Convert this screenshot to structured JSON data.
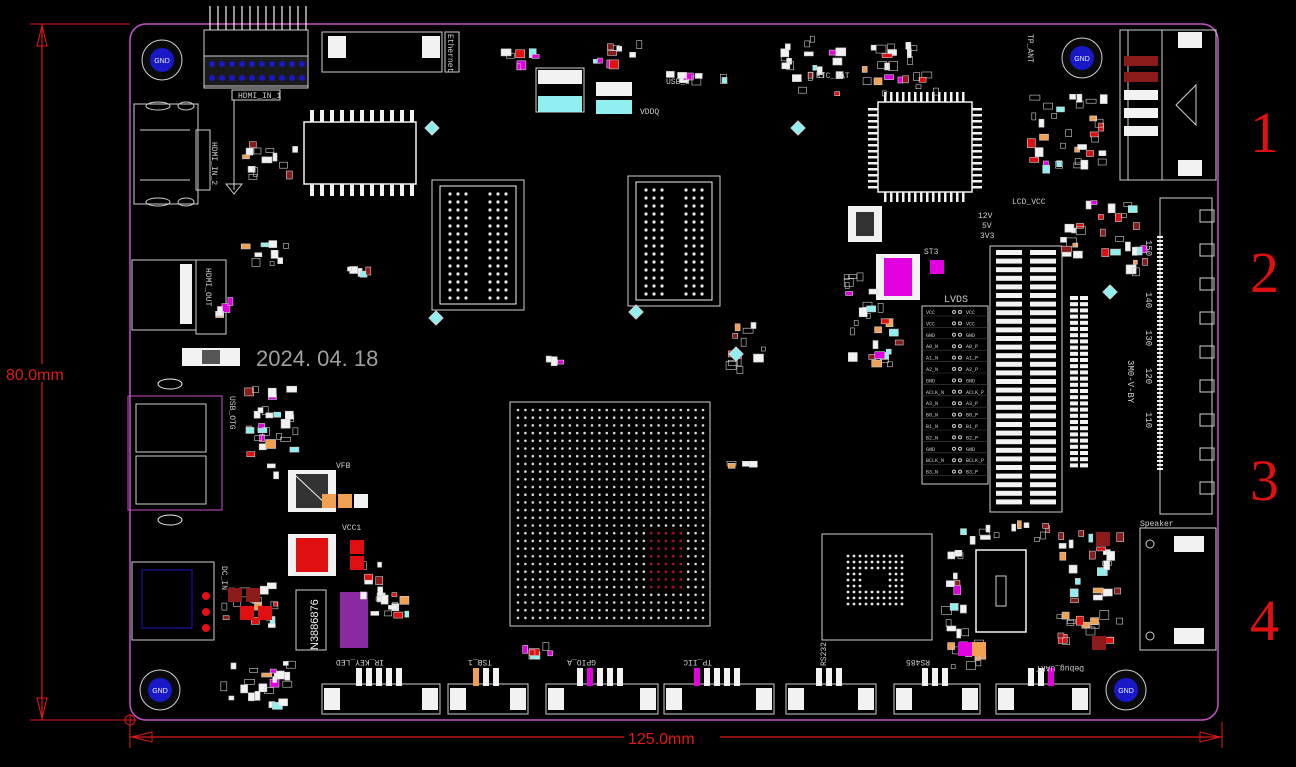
{
  "board": {
    "date_code": "2024. 04. 18",
    "part_number": "N3886876",
    "width_dimension": "125.0mm",
    "height_dimension": "80.0mm"
  },
  "section_markers": [
    "1",
    "2",
    "3",
    "4"
  ],
  "labels": {
    "ethernet": "Ethernet",
    "hdmi_in_1": "HDMI_IN_1",
    "hdmi_in_2": "HDMI_IN_2",
    "hdmi_out": "HDMI_OUT",
    "usb_2": "USB_2",
    "usb_otg": "USB_OTG",
    "rtc_bat": "RTC_BAT",
    "tp_ant": "TP_ANT",
    "vddq": "VDDQ",
    "lcd_vcc": "LCD_VCC",
    "lvds": "LVDS",
    "speaker": "Speaker",
    "gpio_a": "GPIO_A",
    "tp_iic": "TP_IIC",
    "ir_key_led": "IR_KEY_LED",
    "tsb": "TSB_1",
    "rs232": "RS232",
    "rs485": "RS485",
    "debug_uart": "Debug_UART",
    "dc_in": "DC_IN",
    "vcc1": "VCC1",
    "vfb": "VFB",
    "vcc_12v": "12V",
    "vcc_5v": "5V",
    "vcc_3v3": "3V3",
    "gnd": "GND",
    "st3": "ST3",
    "lvds_model": "3M0-V-BY",
    "tick_150": "150",
    "tick_140": "140",
    "tick_130": "130",
    "tick_120": "120",
    "tick_110": "110"
  },
  "lvds_table": {
    "rows": [
      [
        "VCC",
        "VCC"
      ],
      [
        "VCC",
        "VCC"
      ],
      [
        "GND",
        "GND"
      ],
      [
        "A0_N",
        "A0_P"
      ],
      [
        "A1_N",
        "A1_P"
      ],
      [
        "A2_N",
        "A2_P"
      ],
      [
        "GND",
        "GND"
      ],
      [
        "ACLK_N",
        "ACLK_P"
      ],
      [
        "A3_N",
        "A3_P"
      ],
      [
        "B0_N",
        "B0_P"
      ],
      [
        "B1_N",
        "B1_P"
      ],
      [
        "B2_N",
        "B2_P"
      ],
      [
        "GND",
        "GND"
      ],
      [
        "BCLK_N",
        "BCLK_P"
      ],
      [
        "B3_N",
        "B3_P"
      ]
    ]
  },
  "colors": {
    "outline": "#c850c8",
    "dimension": "#e01818",
    "silk": "#cfcfcf",
    "pad": "#f2f2f2",
    "cyan": "#90f0f0",
    "magenta": "#e000e0",
    "orange": "#f0a050",
    "red_pad": "#e01010",
    "dark_red": "#8b1a1a",
    "blue": "#1818c8",
    "purple": "#8a2aa0"
  }
}
